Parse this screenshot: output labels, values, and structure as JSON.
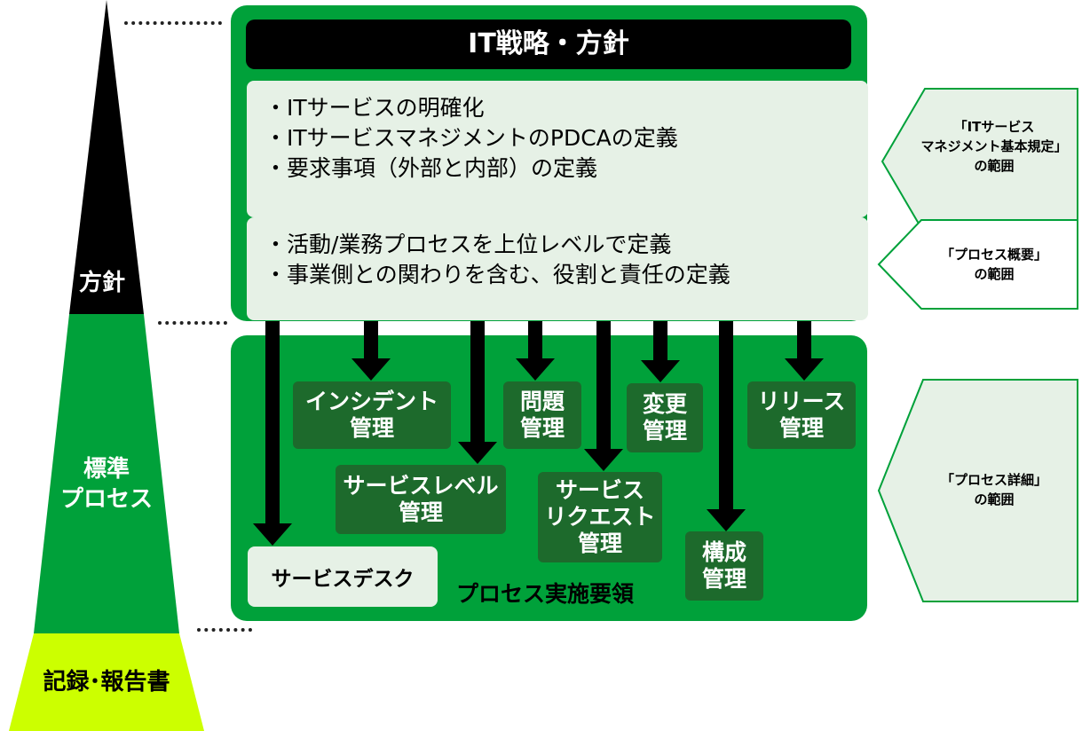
{
  "pyramid": {
    "top_label": "方針",
    "middle_label_lines": [
      "標準",
      "プロセス"
    ],
    "bottom_label": "記録･報告書",
    "colors": {
      "top": "#000000",
      "middle": "#00a13a",
      "bottom": "#ccff00"
    }
  },
  "policy": {
    "title": "IT戦略・方針",
    "bullets_a": [
      "・ITサービスの明確化",
      "・ITサービスマネジメントのPDCAの定義",
      "・要求事項（外部と内部）の定義"
    ],
    "bullets_b": [
      "・活動/業務プロセスを上位レベルで定義",
      "・事業側との関わりを含む、役割と責任の定義"
    ]
  },
  "processes": {
    "incident": [
      "インシデント",
      "管理"
    ],
    "problem": [
      "問題",
      "管理"
    ],
    "change": [
      "変更",
      "管理"
    ],
    "release": [
      "リリース",
      "管理"
    ],
    "service_level": [
      "サービスレベル",
      "管理"
    ],
    "service_request": [
      "サービス",
      "リクエスト",
      "管理"
    ],
    "configuration": [
      "構成",
      "管理"
    ],
    "service_desk": "サービスデスク",
    "caption": "プロセス実施要領"
  },
  "callouts": {
    "c1": [
      "「ITサービス",
      "マネジメント基本規定」",
      "の範囲"
    ],
    "c2": [
      "「プロセス概要」",
      "の範囲"
    ],
    "c3": [
      "「プロセス詳細」",
      "の範囲"
    ]
  },
  "colors": {
    "green": "#00a13a",
    "dark_green": "#1d6a2c",
    "pale_green": "#e6f1e6",
    "lime": "#ccff00",
    "callout_border": "#00a13a"
  }
}
